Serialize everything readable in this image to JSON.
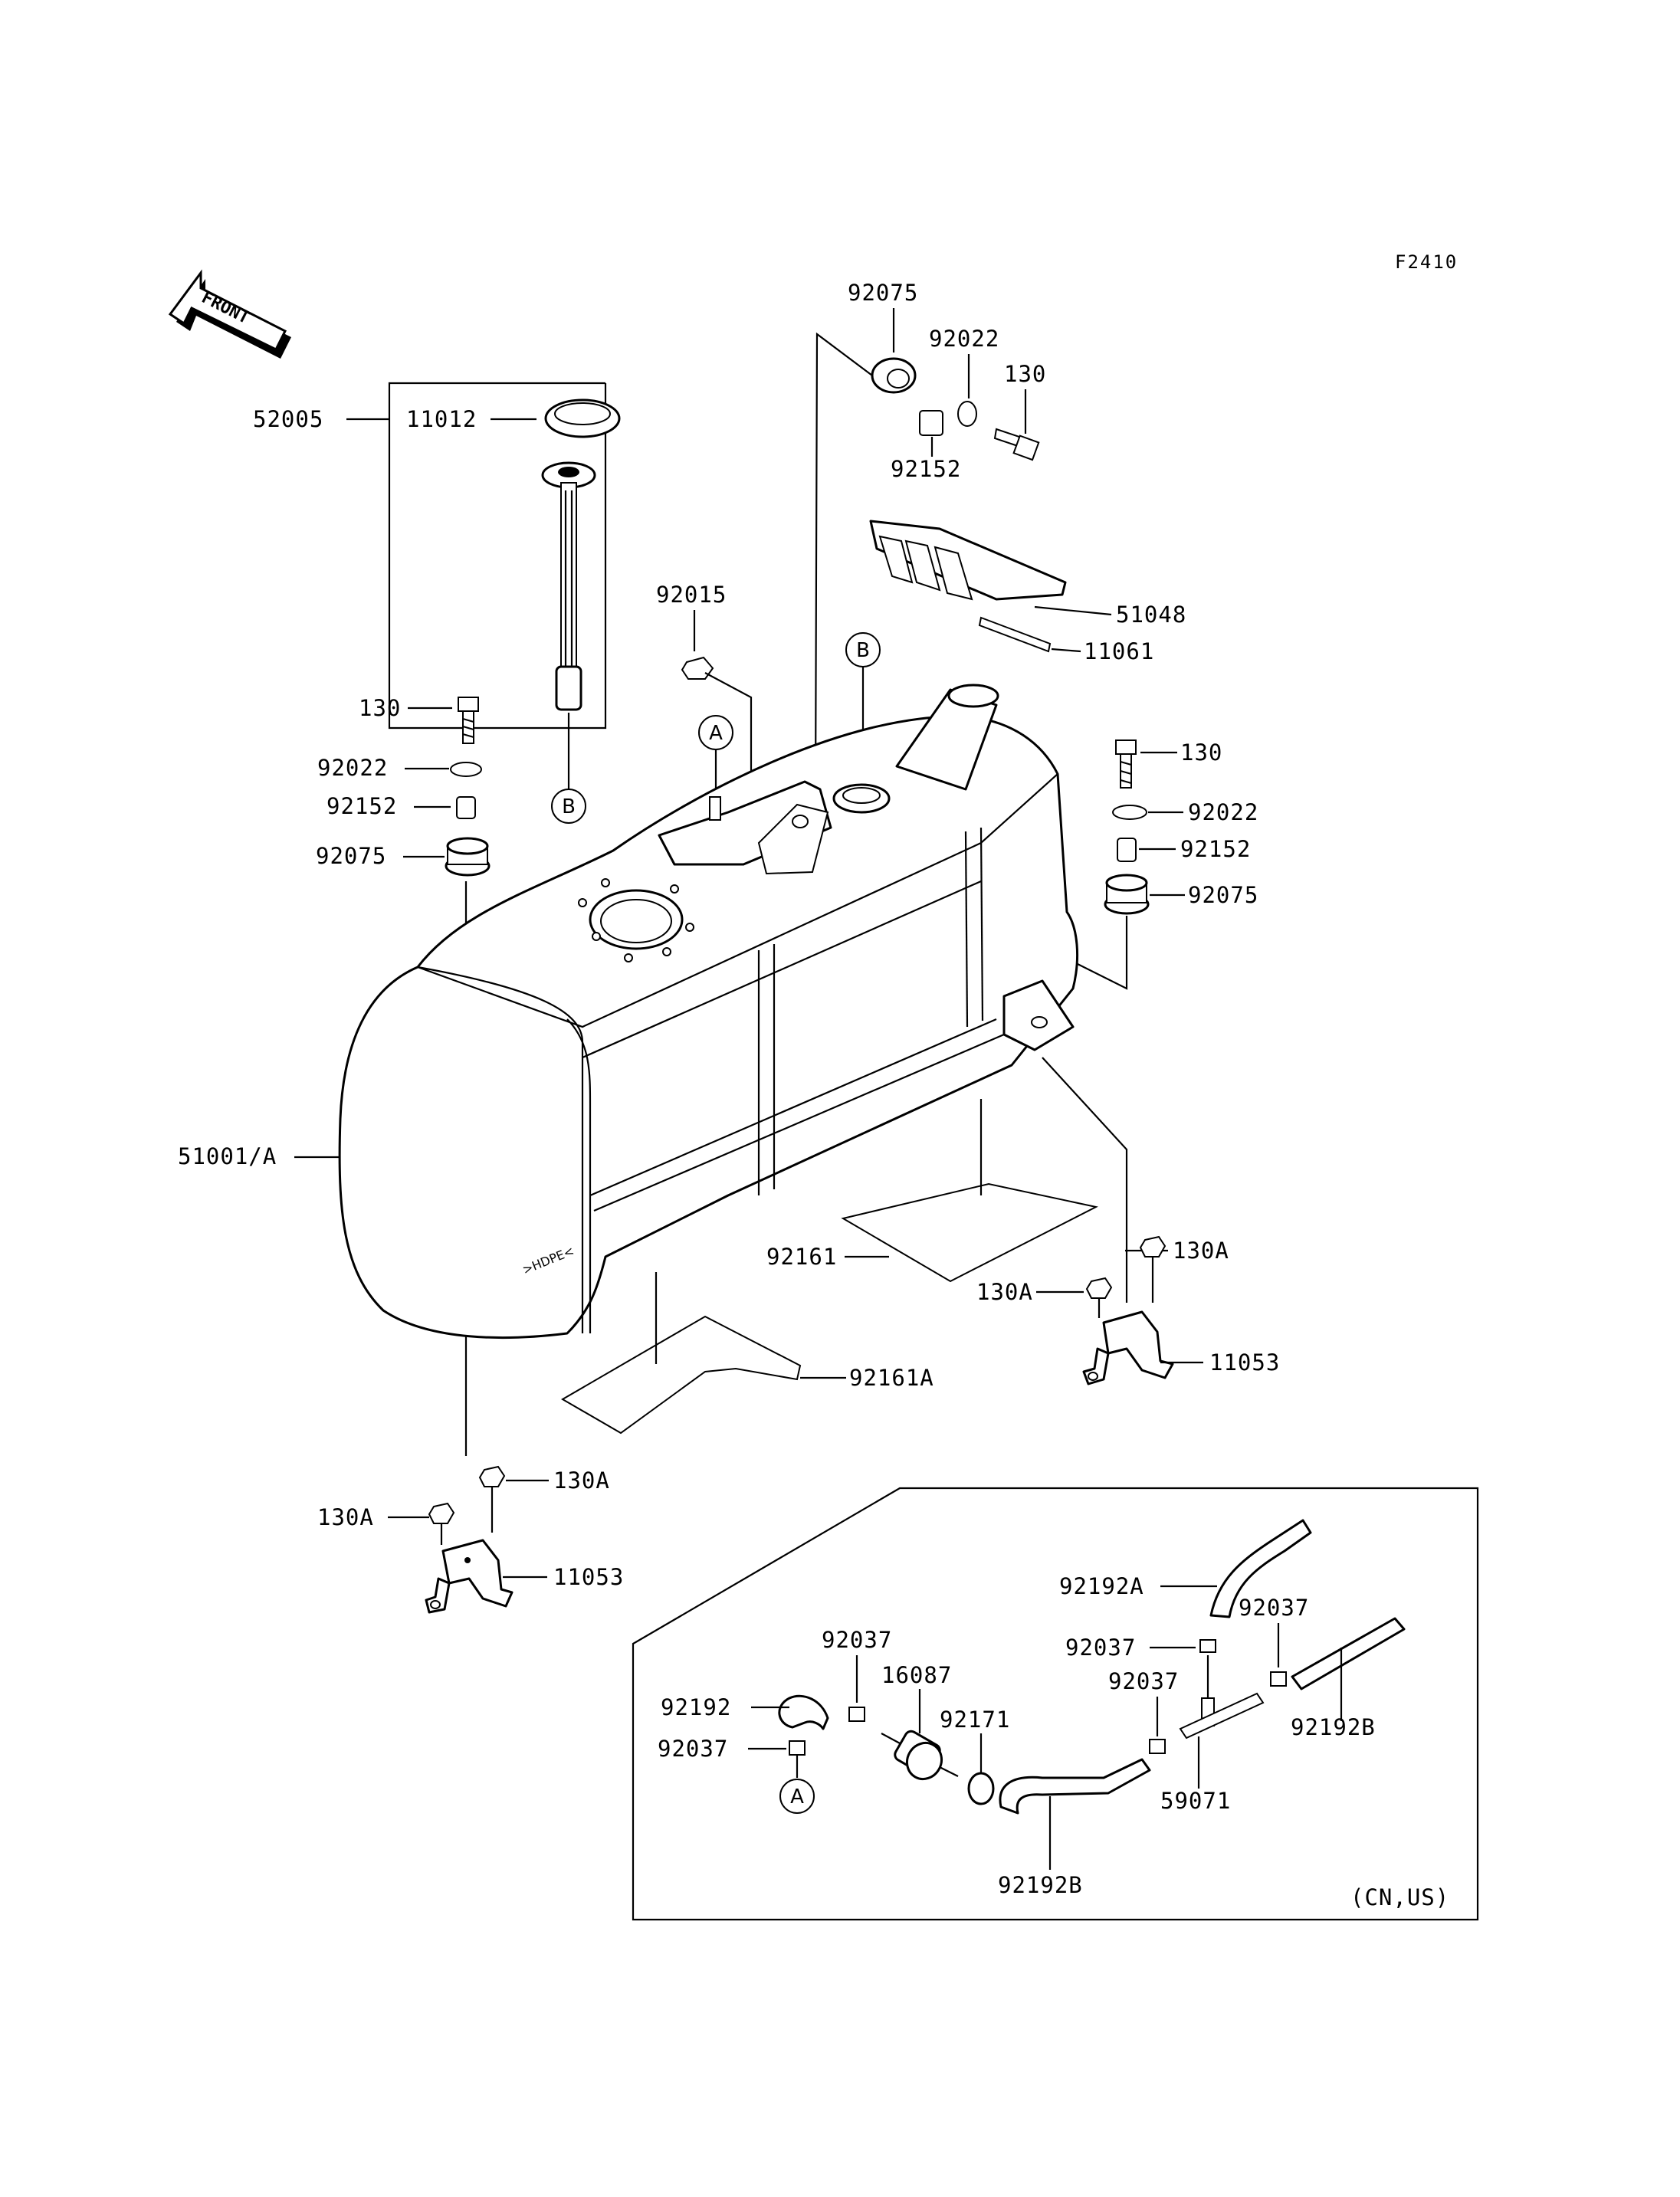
{
  "figure_code": "F2410",
  "front_label": "FRONT",
  "region_note": "(CN,US)",
  "refs": {
    "a": "A",
    "b": "B"
  },
  "parts": {
    "p52005": "52005",
    "p11012": "11012",
    "p130_a": "130",
    "p92022_a": "92022",
    "p92152_a": "92152",
    "p92075_a": "92075",
    "p92015": "92015",
    "p92075_b": "92075",
    "p92022_b": "92022",
    "p130_b": "130",
    "p92152_b": "92152",
    "p51048": "51048",
    "p11061": "11061",
    "p130_c": "130",
    "p92022_c": "92022",
    "p92152_c": "92152",
    "p92075_c": "92075",
    "p51001": "51001/A",
    "p92161": "92161",
    "p130A_a": "130A",
    "p130A_b": "130A",
    "p11053_a": "11053",
    "p92161A": "92161A",
    "p130A_c": "130A",
    "p130A_d": "130A",
    "p11053_b": "11053",
    "p92192A": "92192A",
    "p92037_a": "92037",
    "p92037_b": "92037",
    "p92037_c": "92037",
    "p92037_d": "92037",
    "p92037_e": "92037",
    "p16087": "16087",
    "p92171": "92171",
    "p92192": "92192",
    "p92192B_a": "92192B",
    "p92192B_b": "92192B",
    "p59071": "59071"
  }
}
